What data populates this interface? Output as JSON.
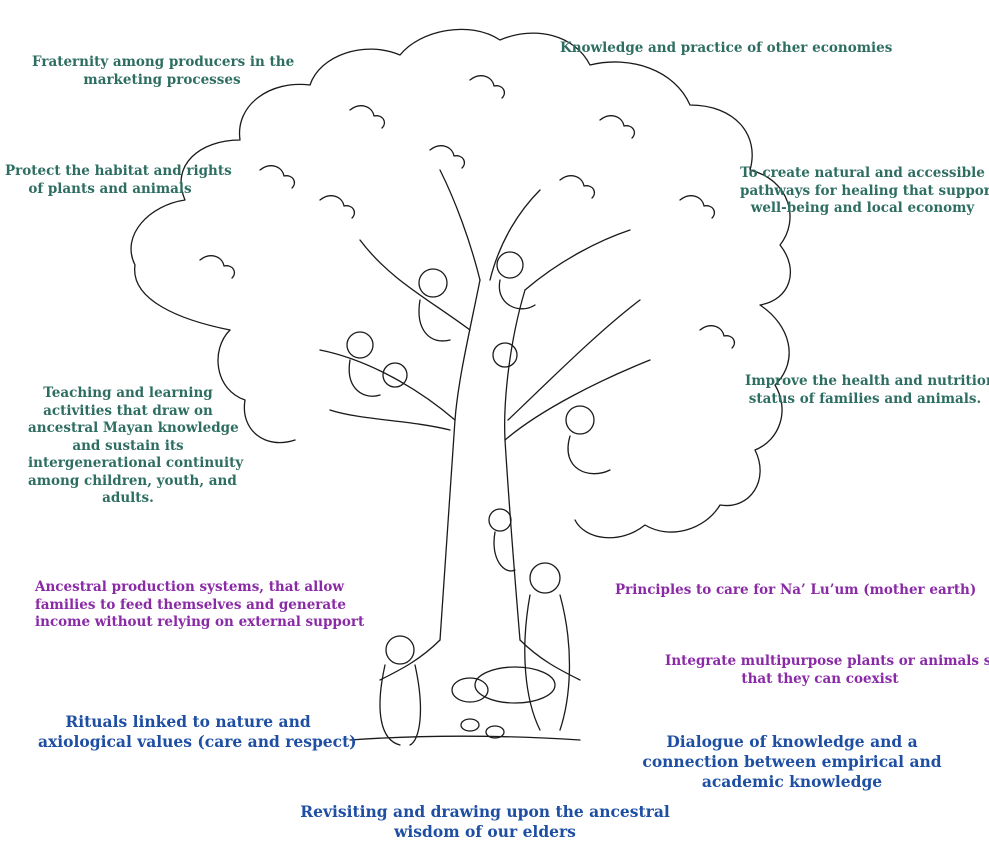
{
  "labels": {
    "fraternity": [
      "Fraternity among producers in the",
      "marketing processes"
    ],
    "knowledge_economies": [
      "Knowledge and practice of other economies"
    ],
    "protect_habitat": [
      "Protect the habitat and rights",
      "of plants and animals"
    ],
    "healing_pathways": [
      "To create natural and accessible",
      "pathways for healing that support",
      "well-being and local economy"
    ],
    "teaching": [
      "Teaching and learning",
      "activities that draw on",
      "ancestral Mayan knowledge",
      "and sustain its",
      "intergenerational continuity",
      "among children, youth, and",
      "adults."
    ],
    "improve_health": [
      "Improve the health and nutritional",
      "status of families and animals."
    ],
    "ancestral_production": [
      "Ancestral production systems, that allow",
      "families to feed themselves and generate",
      "income without relying on external support"
    ],
    "principles_care": [
      "Principles to care for Na’ Lu’um (mother earth)"
    ],
    "integrate_plants": [
      "Integrate multipurpose plants or animals so",
      "that they can coexist"
    ],
    "rituals": [
      "Rituals linked to nature and",
      "axiological values (care and respect)"
    ],
    "dialogue": [
      "Dialogue of knowledge and a",
      "connection between empirical and",
      "academic knowledge"
    ],
    "revisiting": [
      "Revisiting and drawing upon the ancestral",
      "wisdom of our elders"
    ]
  },
  "colors": {
    "teal": "#2e6e62",
    "purple": "#8a2aa6",
    "blue": "#1f4fa3",
    "line": "#1a1a1a"
  }
}
